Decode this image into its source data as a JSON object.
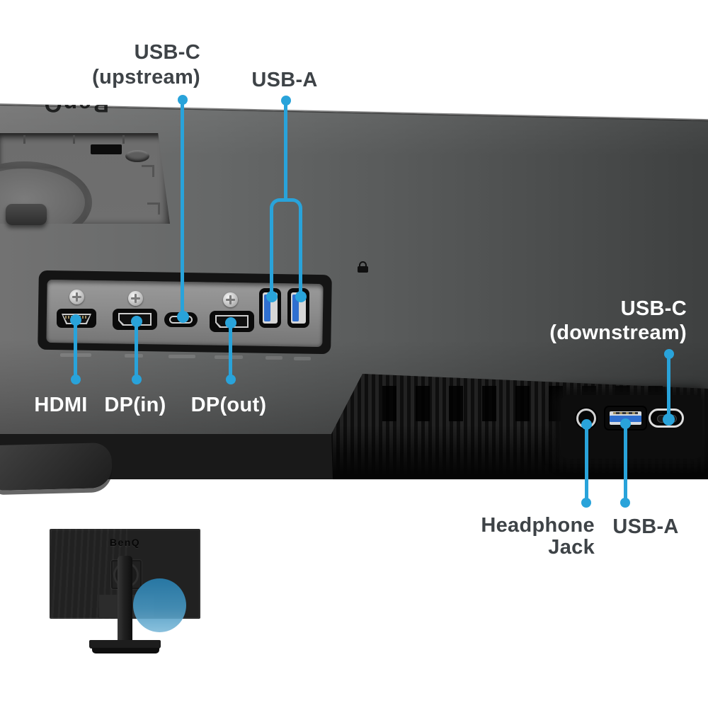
{
  "brand": {
    "logo": "BenQ"
  },
  "colors": {
    "callout_blue": "#29a3da",
    "label_dark": "#3e4347",
    "label_light": "#ffffff",
    "background": "#ffffff",
    "usb_tab_blue": "#2f6fd0"
  },
  "callouts": {
    "usbc_upstream": {
      "line1": "USB-C",
      "line2": "(upstream)"
    },
    "usba_top": {
      "label": "USB-A"
    },
    "hdmi": {
      "label": "HDMI"
    },
    "dp_in": {
      "label": "DP(in)"
    },
    "dp_out": {
      "label": "DP(out)"
    },
    "usbc_downstream": {
      "line1": "USB-C",
      "line2": "(downstream)"
    },
    "headphone": {
      "line1": "Headphone",
      "line2": "Jack"
    },
    "usba_bottom": {
      "label": "USB-A"
    }
  }
}
